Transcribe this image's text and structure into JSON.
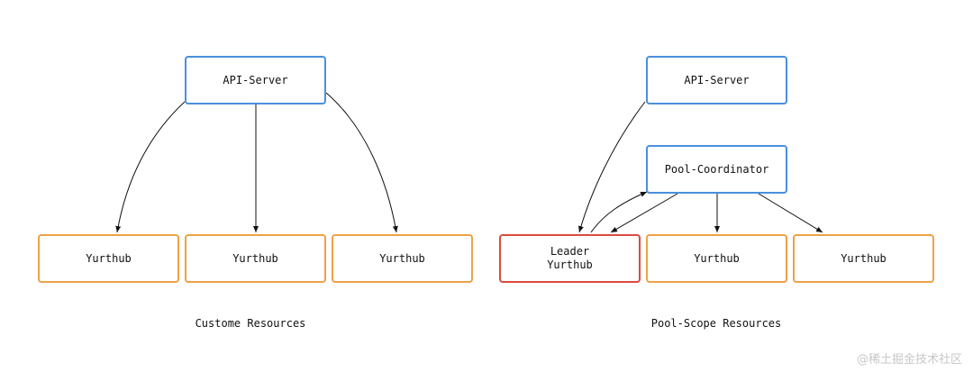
{
  "left": {
    "api_server": "API-Server",
    "yurthubs": [
      "Yurthub",
      "Yurthub",
      "Yurthub"
    ],
    "caption": "Custome Resources"
  },
  "right": {
    "api_server": "API-Server",
    "pool_coordinator": "Pool-Coordinator",
    "leader": "Leader\nYurthub",
    "yurthubs": [
      "Yurthub",
      "Yurthub"
    ],
    "caption": "Pool-Scope Resources"
  },
  "watermark": "@稀土掘金技术社区",
  "colors": {
    "server_border": "#4a8fde",
    "yurthub_border": "#eda247",
    "leader_border": "#dc4a3f"
  }
}
